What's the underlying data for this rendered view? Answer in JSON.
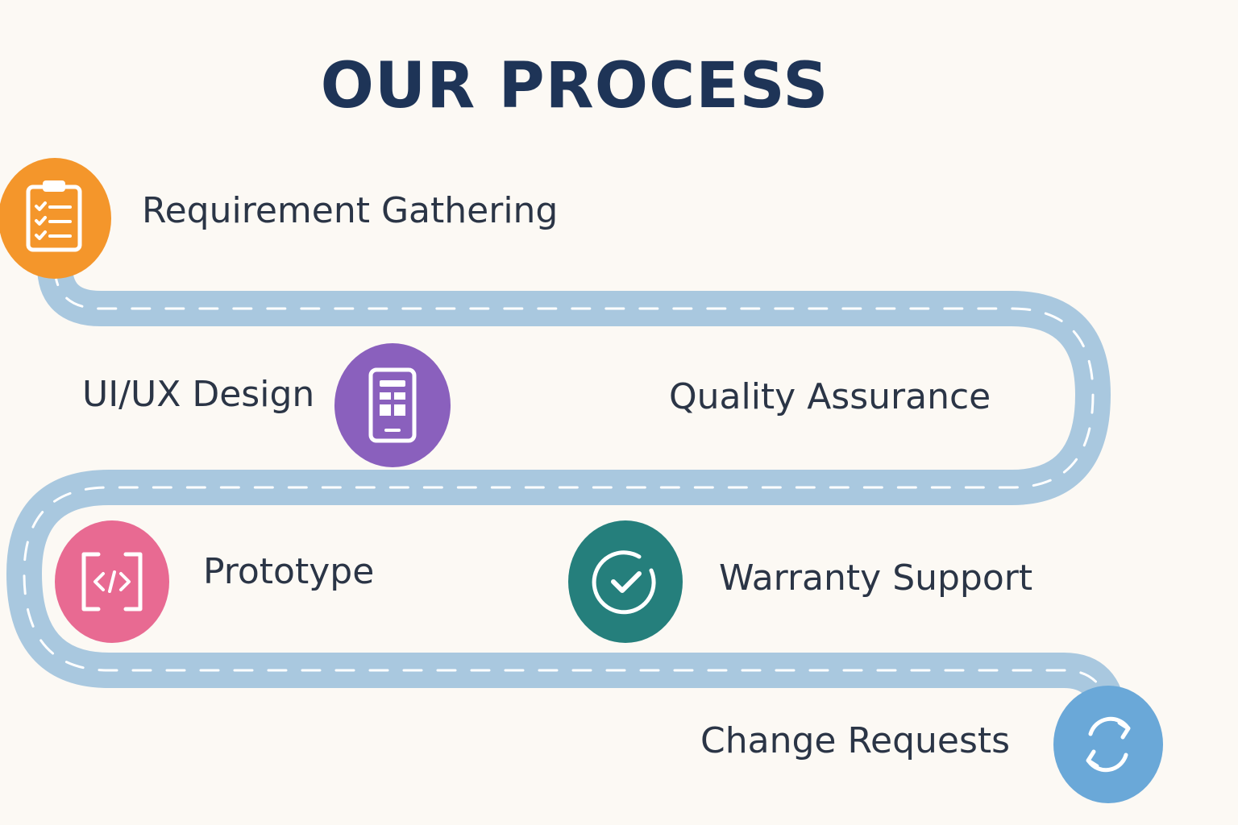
{
  "title": "OUR PROCESS",
  "colors": {
    "background": "#fcf9f4",
    "title": "#1e3457",
    "text": "#2b3546",
    "road": "#a9c8df",
    "road_dash": "#ffffff"
  },
  "steps": [
    {
      "label": "Requirement Gathering",
      "icon": "clipboard-checklist-icon",
      "color": "#f4962b"
    },
    {
      "label": "UI/UX Design",
      "icon": "mobile-wireframe-icon",
      "color": "#8a60bd"
    },
    {
      "label": "Quality Assurance",
      "icon": "",
      "color": ""
    },
    {
      "label": "Prototype",
      "icon": "code-brackets-icon",
      "color": "#e86a92"
    },
    {
      "label": "Warranty Support",
      "icon": "check-circle-icon",
      "color": "#257f7c"
    },
    {
      "label": "Change Requests",
      "icon": "refresh-arrows-icon",
      "color": "#6aa8d8"
    }
  ]
}
